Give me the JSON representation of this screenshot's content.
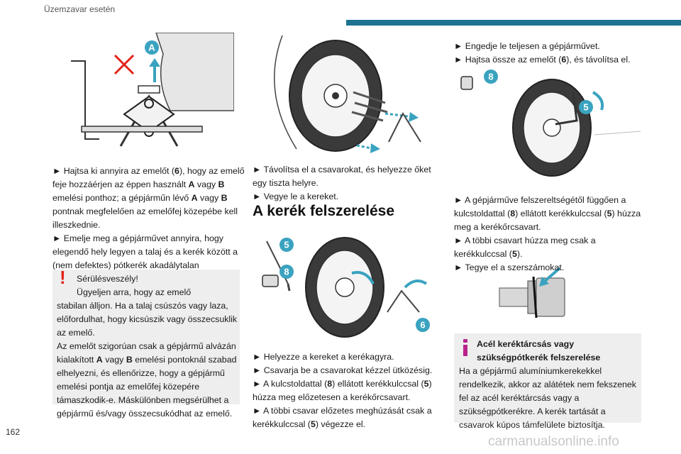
{
  "header": {
    "title": "Üzemzavar esetén"
  },
  "page_number": "162",
  "watermark": "carmanualsonline.info",
  "colors": {
    "accent": "#1d7390",
    "badge": "#3aa3c0",
    "warning": "#e32219",
    "info": "#b9238b"
  },
  "figures": {
    "fig1": {
      "badge": "A"
    },
    "fig4": {
      "badge_5": "5",
      "badge_8": "8",
      "badge_6": "6"
    },
    "fig5": {
      "badge_8": "8",
      "badge_5": "5"
    }
  },
  "col1": {
    "p1": {
      "t1": "Hajtsa ki annyira az emelőt (",
      "b1": "6",
      "t2": "), hogy az emelő feje hozzáérjen az éppen használt ",
      "b2": "A",
      "t3": " vagy ",
      "b3": "B",
      "t4": " emelési ponthoz; a gépjárműn lévő ",
      "b4": "A",
      "t5": " vagy ",
      "b5": "B",
      "t6": " pontnak megfelelően az emelőfej közepébe kell illeszkednie."
    },
    "p2": "Emelje meg a gépjárművet annyira, hogy elegendő hely legyen a talaj és a kerék között a (nem defektes) pótkerék akadálytalan felszereléséhez.",
    "warning": {
      "title": "Sérülésveszély!",
      "line1": "Ügyeljen arra, hogy az emelő",
      "body1": "stabilan álljon. Ha a talaj csúszós vagy laza, előfordulhat, hogy kicsúszik vagy összecsuklik az emelő.",
      "body2a": "Az emelőt szigorúan csak a gépjármű alvázán kialakított ",
      "b1": "A",
      "body2b": " vagy ",
      "b2": "B",
      "body2c": " emelési pontoknál szabad elhelyezni, és ellenőrizze, hogy a gépjármű emelési pontja az emelőfej közepére támaszkodik-e. Máskülönben megsérülhet a gépjármű és/vagy összecsukódhat az emelő."
    }
  },
  "col2": {
    "p1": "Távolítsa el a csavarokat, és helyezze őket egy tiszta helyre.",
    "p2": "Vegye le a kereket.",
    "heading": "A kerék felszerelése",
    "p3": "Helyezze a kereket a kerékagyra.",
    "p4": "Csavarja be a csavarokat kézzel ütközésig.",
    "p5": {
      "t1": "A kulcstoldattal (",
      "b1": "8",
      "t2": ") ellátott kerékkulccsal (",
      "b2": "5",
      "t3": ") húzza meg előzetesen a kerékőrcsavart."
    },
    "p6": {
      "t1": "A többi csavar előzetes meghúzását csak a kerékkulccsal (",
      "b1": "5",
      "t2": ") végezze el."
    }
  },
  "col3": {
    "p1": "Engedje le teljesen a gépjárművet.",
    "p2": {
      "t1": "Hajtsa össze az emelőt (",
      "b1": "6",
      "t2": "), és távolítsa el."
    },
    "p3": {
      "t1": "A gépjárműve felszereltségétől függően a kulcstoldattal (",
      "b1": "8",
      "t2": ") ellátott kerékkulccsal (",
      "b2": "5",
      "t3": ") húzza meg a kerékőrcsavart."
    },
    "p4": {
      "t1": "A többi csavart húzza meg csak a kerékkulccsal (",
      "b1": "5",
      "t2": ")."
    },
    "p5": "Tegye el a szerszámokat.",
    "info": {
      "title1": "Acél keréktárcsás vagy",
      "title2": "szükségpótkerék felszerelése",
      "body": "Ha a gépjármű alumíniumkerekekkel rendelkezik, akkor az alátétek nem fekszenek fel az acél keréktárcsás vagy a szükségpótkerékre. A kerék tartását a csavarok kúpos támfelülete biztosítja."
    }
  }
}
